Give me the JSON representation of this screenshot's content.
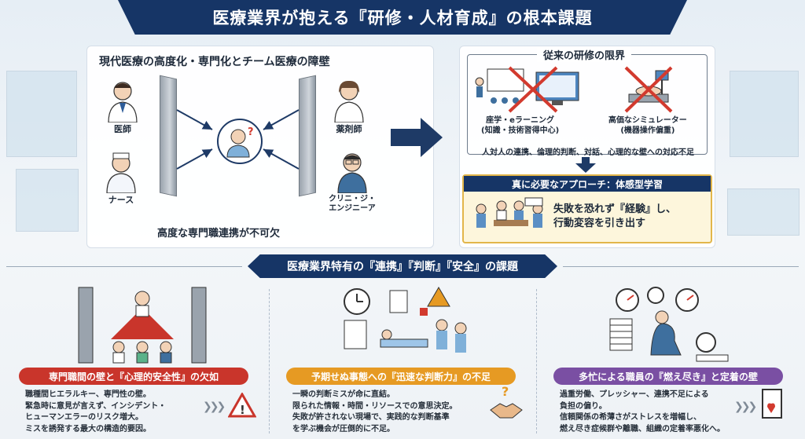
{
  "title": "医療業界が抱える『研修・人材育成』の根本課題",
  "left_panel": {
    "heading": "現代医療の高度化・専門化とチーム医療の障壁",
    "roles": [
      "医師",
      "ナース",
      "薬剤師",
      "クリニ・ジ・\nエンジニーア"
    ],
    "caption": "高度な専門職連携が不可欠"
  },
  "right_panel": {
    "heading": "従来の研修の限界",
    "item1": "座学・eラーニング\n(知識・技術習得中心)",
    "item2": "高価なシミュレーター\n(機器操作偏重)",
    "note": "人対人の連携、倫理的判断、対話、心理的な壁への対応不足",
    "approach_title": "真に必要なアプローチ：体感型学習",
    "approach_text_1": "失敗を恐れず『経験』し、",
    "approach_text_2": "行動変容を引き出す"
  },
  "section_title": "医療業界特有の『連携』『判断』『安全』の課題",
  "columns": [
    {
      "heading": "専門職間の壁と『心理的安全性』の欠如",
      "color": "#c9352b",
      "lines": [
        "職種間ヒエラルキー、専門性の壁。",
        "緊急時に意見が言えず、インシデント・",
        "ヒューマンエラーのリスク増大。",
        "ミスを誘発する最大の構造的要因。"
      ]
    },
    {
      "heading": "予期せぬ事態への『迅速な判断力』の不足",
      "color": "#e69a23",
      "lines": [
        "一瞬の判断ミスが命に直結。",
        "限られた情報・時間・リソースでの意思決定。",
        "失敗が許されない現場で、実践的な判断基準",
        "を学ぶ機会が圧倒的に不足。"
      ]
    },
    {
      "heading": "多忙による職員の『燃え尽き』と定着の壁",
      "color": "#7a4fa3",
      "lines": [
        "過重労働、プレッシャー、連携不足による",
        "負担の偏り。",
        "信頼関係の希薄さがストレスを増幅し、",
        "燃え尽き症候群や離職、組織の定着率悪化へ。"
      ]
    }
  ],
  "colors": {
    "navy": "#163566",
    "red": "#c9352b",
    "orange": "#e69a23",
    "purple": "#7a4fa3",
    "gold": "#e2b64a"
  }
}
